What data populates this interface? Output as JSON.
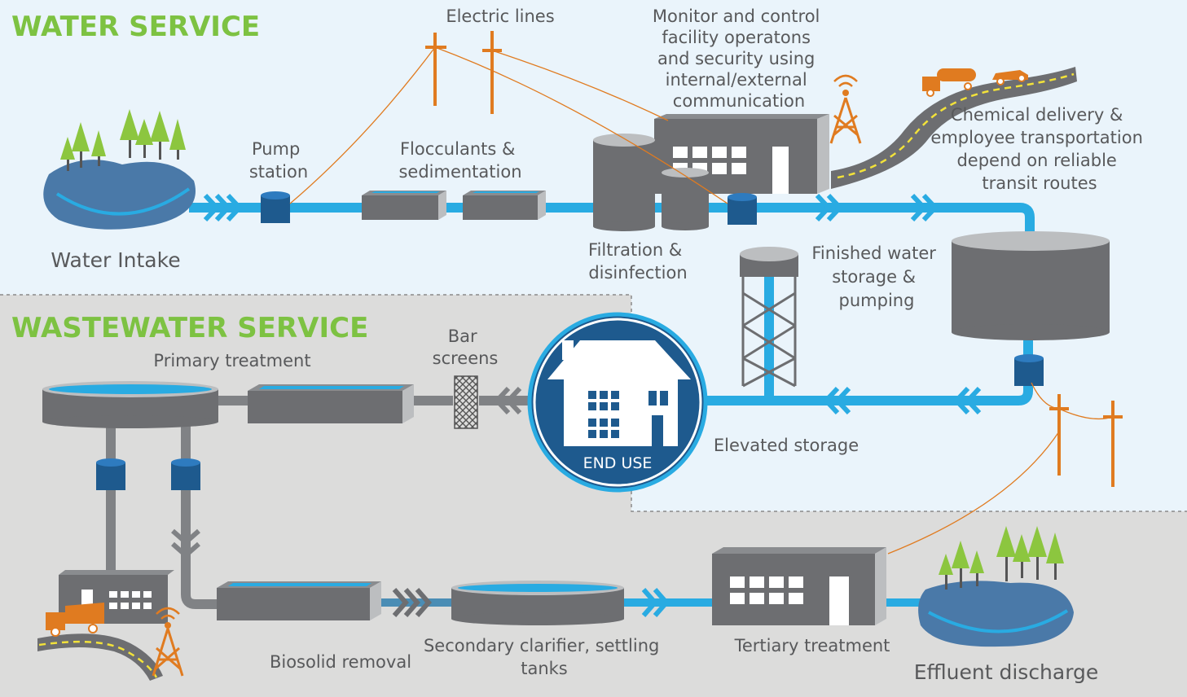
{
  "headings": {
    "water": "WATER SERVICE",
    "wastewater": "WASTEWATER SERVICE"
  },
  "labels": {
    "water_intake": "Water Intake",
    "pump_station": [
      "Pump",
      "station"
    ],
    "flocculants": [
      "Flocculants &",
      "sedimentation"
    ],
    "electric_lines": "Electric lines",
    "monitor": [
      "Monitor and control",
      "facility operatons",
      "and security using",
      "internal/external",
      "communication"
    ],
    "chemical_delivery": [
      "Chemical delivery &",
      "employee transportation",
      "depend on reliable",
      "transit routes"
    ],
    "filtration": [
      "Filtration &",
      "disinfection"
    ],
    "finished_water": [
      "Finished water",
      "storage &",
      "pumping"
    ],
    "elevated_storage": "Elevated storage",
    "bar_screens": [
      "Bar",
      "screens"
    ],
    "primary_treatment": "Primary treatment",
    "end_use": "END USE",
    "biosolid_removal": "Biosolid removal",
    "secondary_clarifier": [
      "Secondary clarifier, settling",
      "tanks"
    ],
    "tertiary_treatment": "Tertiary treatment",
    "effluent_discharge": "Effluent discharge"
  },
  "colors": {
    "water_bg": "#eaf4fb",
    "wastewater_bg": "#dcdcdb",
    "pipe_blue": "#29abe2",
    "green_heading": "#7dc242",
    "gray_structure": "#6d6e71",
    "navy": "#1e5a8e",
    "orange": "#e07b20",
    "label_gray": "#58595b"
  }
}
